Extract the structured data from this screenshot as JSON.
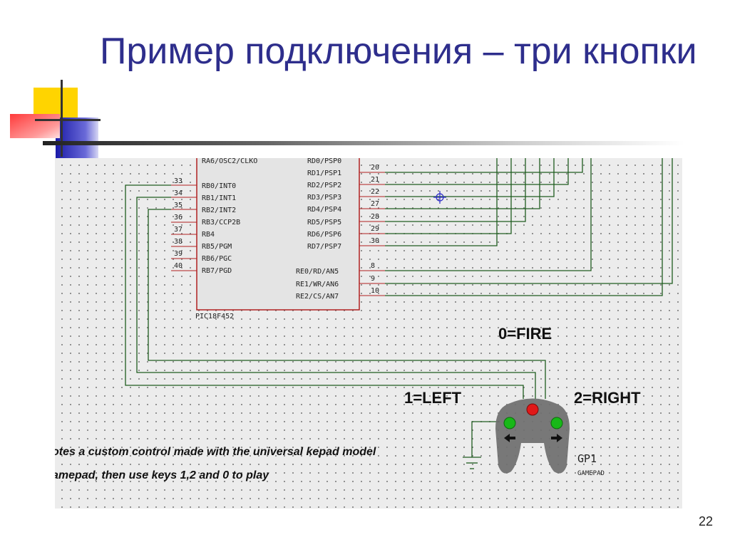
{
  "slide": {
    "title": "Пример подключения – три кнопки",
    "page_number": "22"
  },
  "schematic": {
    "chip": {
      "name": "PIC18F452",
      "left_pins": [
        {
          "number": "33",
          "label": "RB0/INT0"
        },
        {
          "number": "34",
          "label": "RB1/INT1"
        },
        {
          "number": "35",
          "label": "RB2/INT2"
        },
        {
          "number": "36",
          "label": "RB3/CCP2B"
        },
        {
          "number": "37",
          "label": "RB4"
        },
        {
          "number": "38",
          "label": "RB5/PGM"
        },
        {
          "number": "39",
          "label": "RB6/PGC"
        },
        {
          "number": "40",
          "label": "RB7/PGD"
        }
      ],
      "top_left_label": "RA6/OSC2/CLKO",
      "top_right_label": "RD0/PSP0",
      "right_pins": [
        {
          "number": "20",
          "label": "RD1/PSP1"
        },
        {
          "number": "21",
          "label": "RD2/PSP2"
        },
        {
          "number": "22",
          "label": "RD3/PSP3"
        },
        {
          "number": "27",
          "label": "RD4/PSP4"
        },
        {
          "number": "28",
          "label": "RD5/PSP5"
        },
        {
          "number": "29",
          "label": "RD6/PSP6"
        },
        {
          "number": "30",
          "label": "RD7/PSP7"
        }
      ],
      "re_pins": [
        {
          "number": "8",
          "label": "RE0/RD/AN5"
        },
        {
          "number": "9",
          "label": "RE1/WR/AN6"
        },
        {
          "number": "10",
          "label": "RE2/CS/AN7"
        }
      ]
    },
    "labels": {
      "fire": "0=FIRE",
      "left": "1=LEFT",
      "right": "2=RIGHT"
    },
    "gamepad": {
      "ref": "GP1",
      "type": "GAMEPAD"
    },
    "note": {
      "line1": "otes a custom control made with the universal kepad model",
      "line2": "amepad, then use keys 1,2 and 0 to play"
    },
    "colors": {
      "wire": "#1f5c1f",
      "chip_border": "#b02020",
      "chip_fill": "#e4e4e4",
      "button_green": "#18b818",
      "button_red": "#e01818",
      "gamepad_body": "#6e6e6e"
    }
  }
}
